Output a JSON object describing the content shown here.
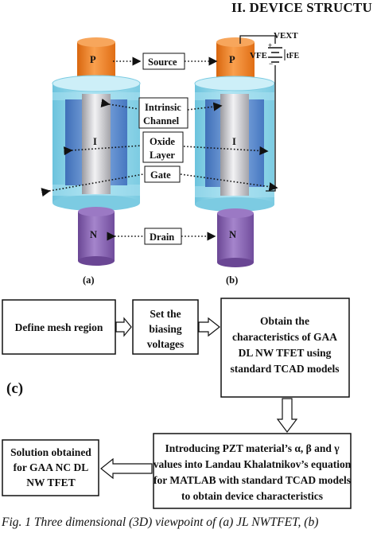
{
  "section_heading": "II. DEVICE STRUCTU",
  "figure": {
    "labels": {
      "source": "Source",
      "intrinsic_channel_l1": "Intrinsic",
      "intrinsic_channel_l2": "Channel",
      "oxide_layer_l1": "Oxide",
      "oxide_layer_l2": "Layer",
      "gate": "Gate",
      "drain": "Drain",
      "p": "P",
      "i": "I",
      "n": "N",
      "panel_a": "(a)",
      "panel_b": "(b)",
      "panel_c": "(c)",
      "v_ext": "VEXT",
      "v_fe": "VFE",
      "t_fe": "tFE",
      "plus": "+",
      "minus": "−"
    },
    "flowchart": {
      "step1": "Define mesh region",
      "step2_l1": "Set the",
      "step2_l2": "biasing",
      "step2_l3": "voltages",
      "step3_l1": "Obtain the",
      "step3_l2": "characteristics of GAA",
      "step3_l3": "DL NW TFET using",
      "step3_l4": "standard TCAD models",
      "step4_l1": "Introducing PZT material’s α, β and γ",
      "step4_l2": "values into Landau Khalatnikov’s equation",
      "step4_l3": "for MATLAB with standard TCAD models",
      "step4_l4": "to obtain device characteristics",
      "step5_l1": "Solution obtained",
      "step5_l2": "for GAA NC DL",
      "step5_l3": "NW TFET"
    },
    "colors": {
      "source_orange": "#f07f1e",
      "oxide_cyan": "#93d9ec",
      "channel_blue": "#5f8fd0",
      "core_gray": "#c8c8cc",
      "drain_purple": "#8a64b4"
    }
  },
  "caption": "Fig. 1 Three dimensional (3D) viewpoint of (a) JL NWTFET, (b)"
}
